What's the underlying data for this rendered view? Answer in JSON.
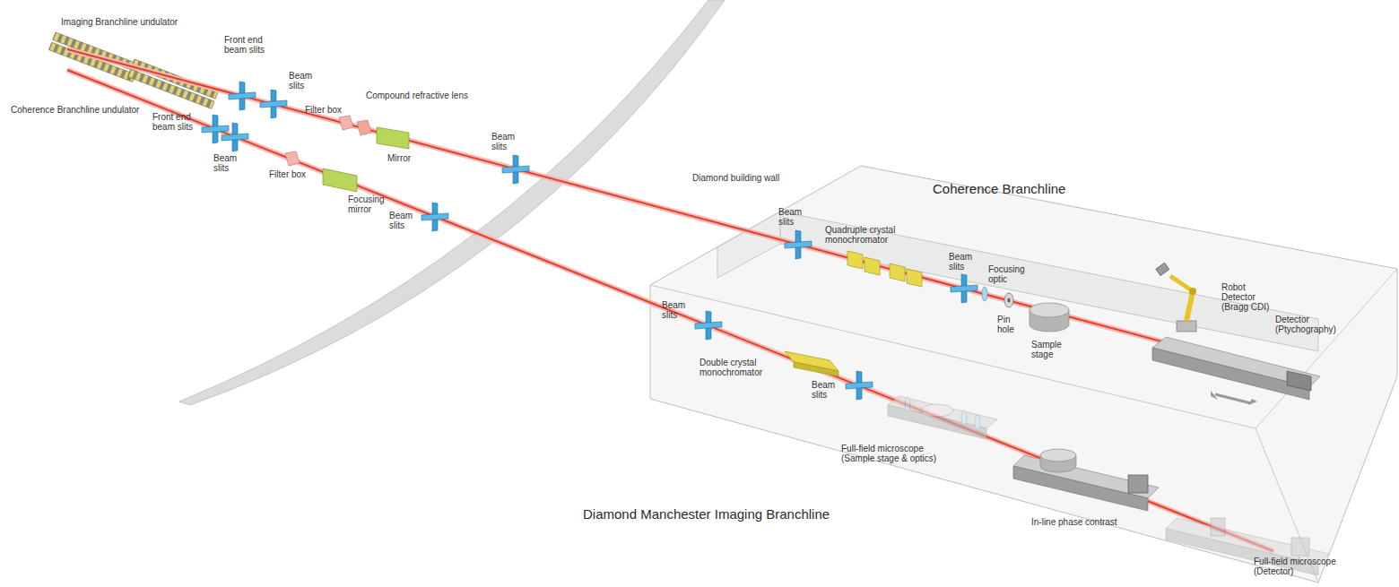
{
  "diagram": {
    "labels": [
      "Imaging Branchline undulator",
      "Front end beam slits",
      "Beam slits",
      "Coherence Branchline undulator",
      "Front end beam slits",
      "Beam slits",
      "Filter box",
      "Compound refractive lens",
      "Filter box",
      "Mirror",
      "Focusing mirror",
      "Beam slits",
      "Beam slits",
      "Diamond building wall",
      "Coherence Branchline",
      "Beam slits",
      "Quadruple crystal monochromator",
      "Beam slits",
      "Focusing optic",
      "Pin hole",
      "Sample stage",
      "Robot Detector (Bragg CDI)",
      "Detector (Ptychography)",
      "Beam slits",
      "Double crystal monochromator",
      "Beam slits",
      "Full-field microscope (Sample stage & optics)",
      "In-line phase contrast",
      "Diamond Manchester Imaging Branchline",
      "Full-field microscope (Detector)"
    ]
  }
}
